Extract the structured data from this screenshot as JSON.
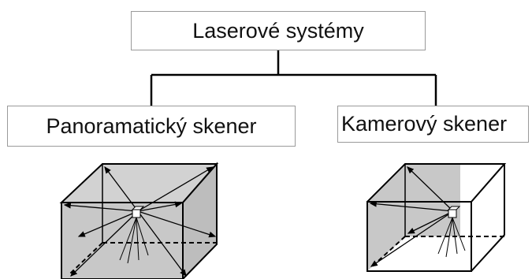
{
  "root": {
    "label": "Laserové systémy"
  },
  "children": [
    {
      "label": "Panoramatický skener"
    },
    {
      "label": "Kamerový skener"
    }
  ],
  "colors": {
    "line": "#000000",
    "box_border": "#9a9a9a",
    "shade": "#c8c8c8"
  }
}
